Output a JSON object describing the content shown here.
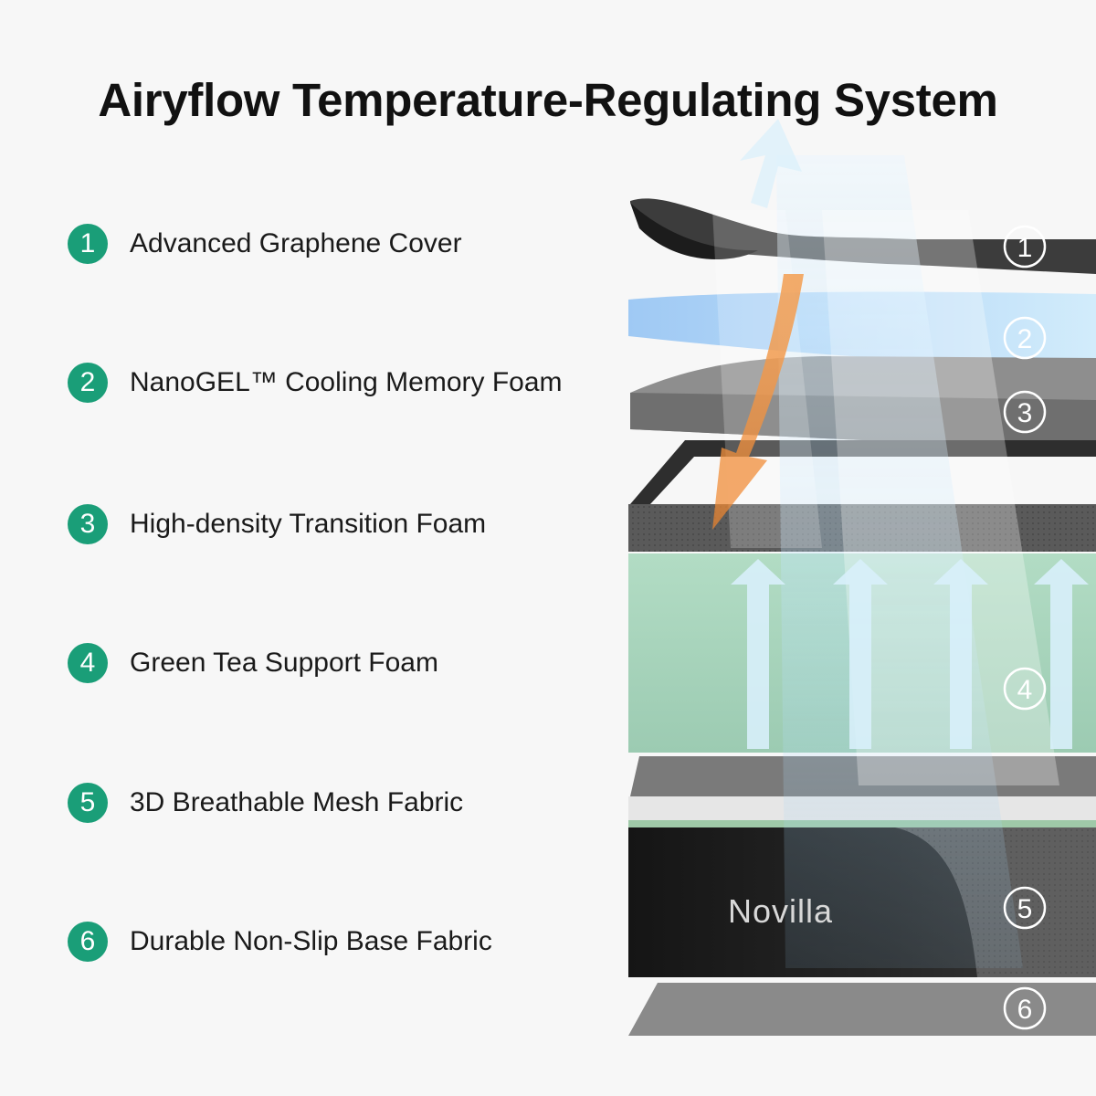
{
  "title": "Airyflow Temperature-Regulating System",
  "accent_color": "#1a9e78",
  "layers": [
    {
      "number": "1",
      "label": "Advanced Graphene Cover"
    },
    {
      "number": "2",
      "label": "NanoGEL™ Cooling Memory Foam"
    },
    {
      "number": "3",
      "label": "High-density Transition Foam"
    },
    {
      "number": "4",
      "label": "Green Tea Support Foam"
    },
    {
      "number": "5",
      "label": "3D Breathable Mesh Fabric"
    },
    {
      "number": "6",
      "label": "Durable Non-Slip Base Fabric"
    }
  ],
  "brand": "Novilla",
  "icons": {
    "airflow": "up-arrow-icon",
    "heat": "down-arrow-icon"
  }
}
